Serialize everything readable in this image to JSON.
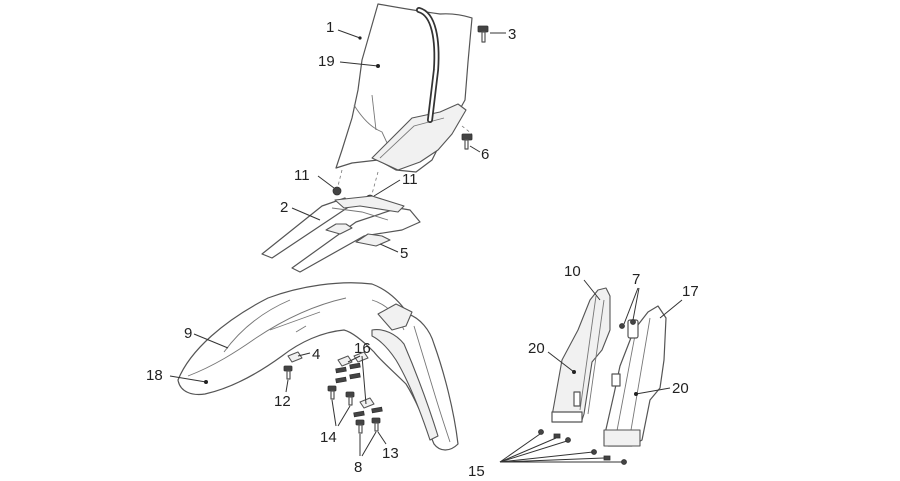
{
  "callouts": {
    "c1": "1",
    "c2": "2",
    "c3": "3",
    "c4": "4",
    "c5": "5",
    "c6": "6",
    "c7": "7",
    "c8": "8",
    "c9": "9",
    "c10": "10",
    "c11a": "11",
    "c11b": "11",
    "c12": "12",
    "c13": "13",
    "c14": "14",
    "c15": "15",
    "c16": "16",
    "c17": "17",
    "c18": "18",
    "c19": "19",
    "c20a": "20",
    "c20b": "20"
  }
}
